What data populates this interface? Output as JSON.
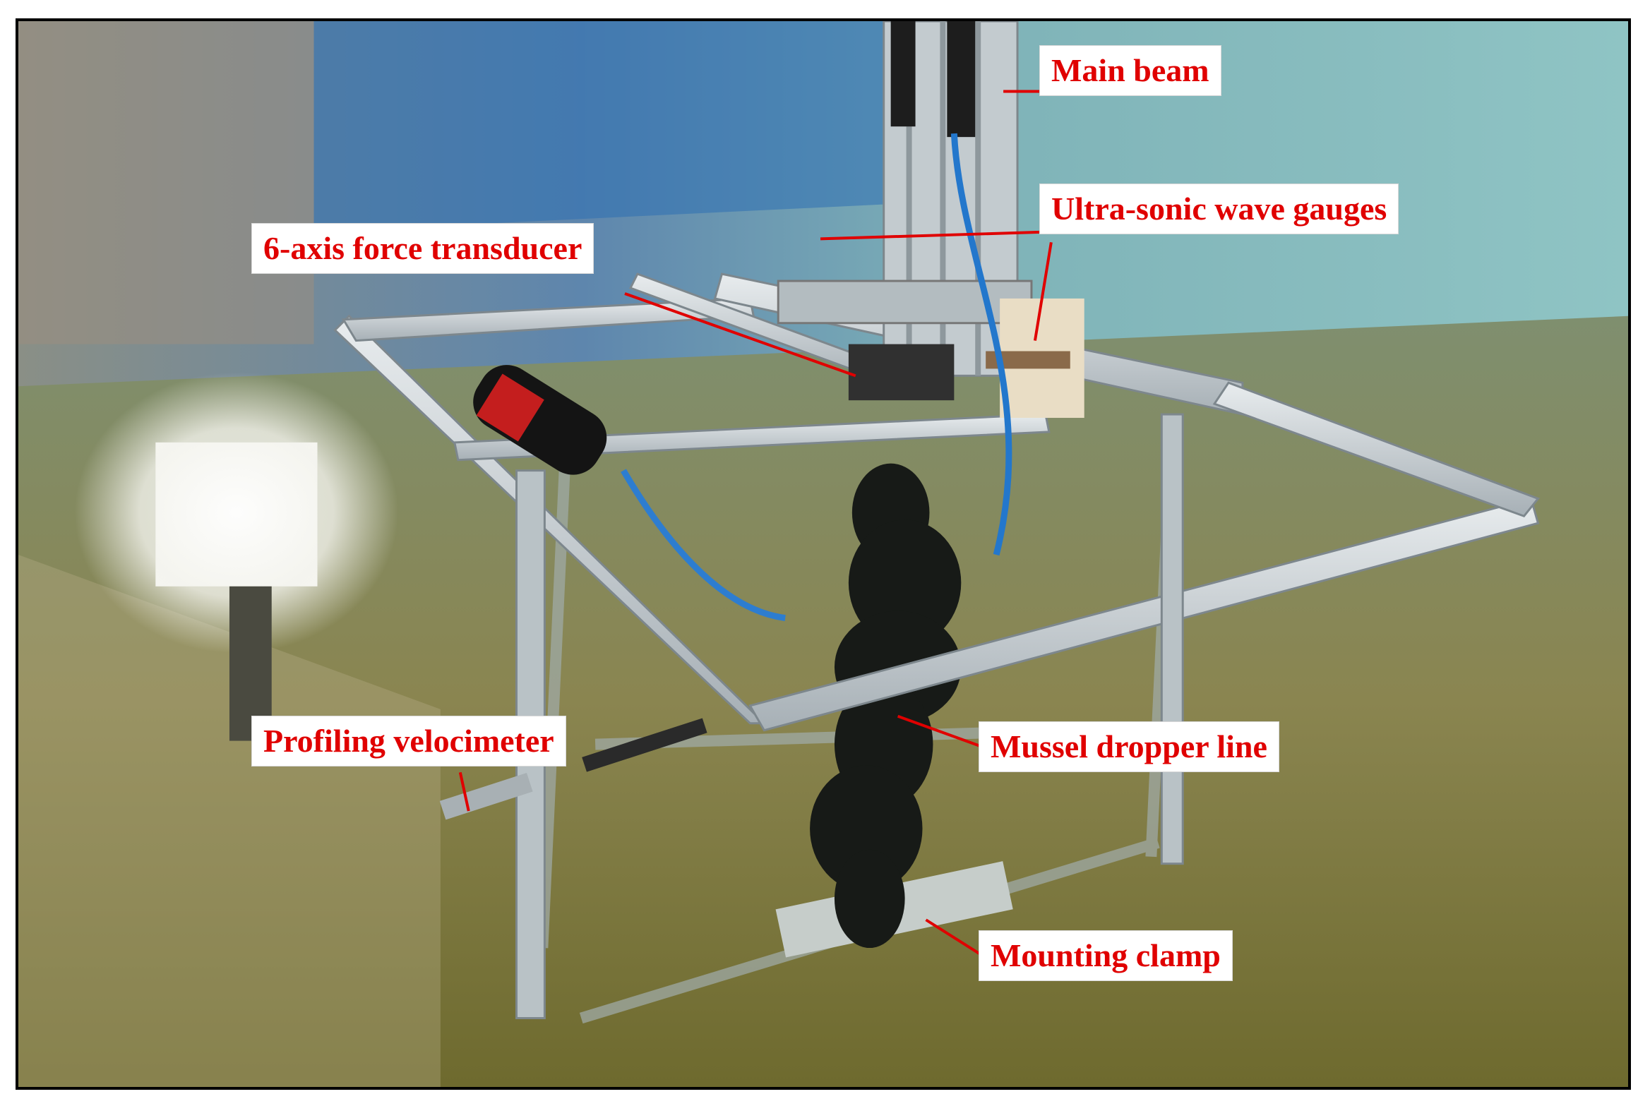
{
  "labels": {
    "main_beam": "Main beam",
    "wave_gauges": "Ultra-sonic wave gauges",
    "force_transducer": "6-axis force transducer",
    "velocimeter": "Profiling velocimeter",
    "dropper_line": "Mussel dropper line",
    "mounting_clamp": "Mounting clamp"
  },
  "colors": {
    "label_text": "#e00000",
    "leader_line": "#e00000",
    "label_background": "#ffffff",
    "frame_border": "#000000"
  }
}
